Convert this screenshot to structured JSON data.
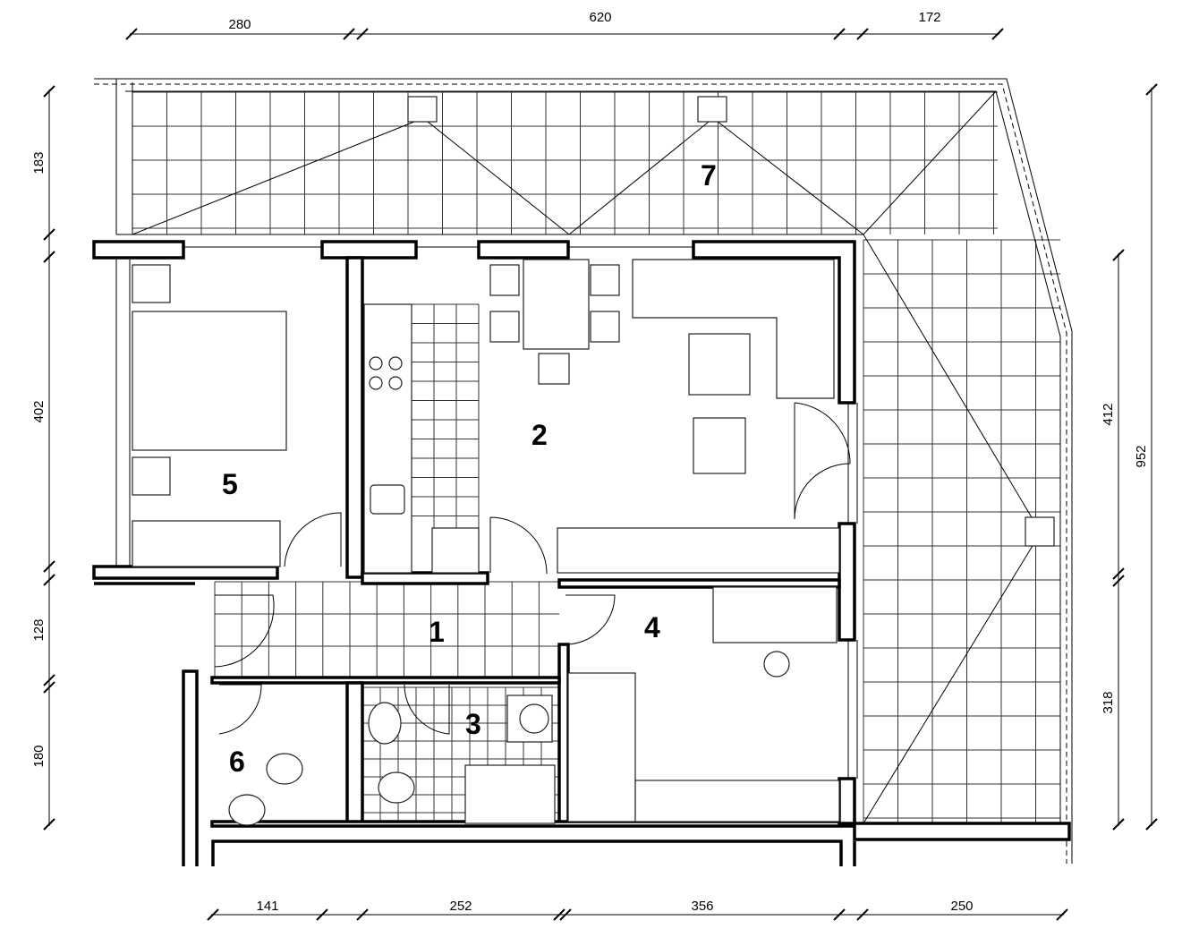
{
  "plan": {
    "rooms": [
      {
        "number": "1"
      },
      {
        "number": "2"
      },
      {
        "number": "3"
      },
      {
        "number": "4"
      },
      {
        "number": "5"
      },
      {
        "number": "6"
      },
      {
        "number": "7"
      }
    ],
    "dimensions": {
      "top": [
        "280",
        "620",
        "172"
      ],
      "bottom": [
        "141",
        "252",
        "356",
        "250"
      ],
      "left": [
        "183",
        "402",
        "128",
        "180"
      ],
      "right_inner": [
        "412",
        "318"
      ],
      "right_outer": "952"
    }
  }
}
